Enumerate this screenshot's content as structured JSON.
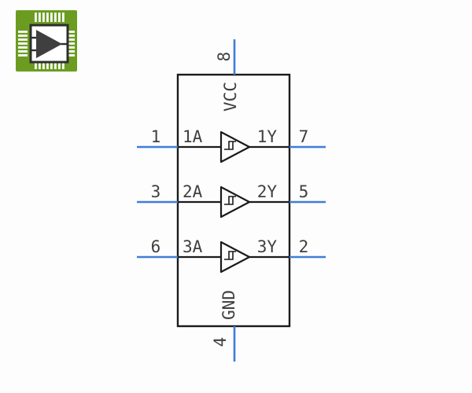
{
  "icon": {
    "name": "logic-buffer-chip-logo",
    "green": "#6b9c21",
    "dark": "#3f3f3f"
  },
  "schematic": {
    "colors": {
      "wire_blue": "#3e7dd8",
      "line_black": "#1b1b1b",
      "text_gray": "#3f3f3f"
    },
    "power_pins": {
      "top": {
        "number": "8",
        "name": "VCC"
      },
      "bottom": {
        "number": "4",
        "name": "GND"
      }
    },
    "gates": [
      {
        "input_pin": "1",
        "input_label": "1A",
        "output_label": "1Y",
        "output_pin": "7"
      },
      {
        "input_pin": "3",
        "input_label": "2A",
        "output_label": "2Y",
        "output_pin": "5"
      },
      {
        "input_pin": "6",
        "input_label": "3A",
        "output_label": "3Y",
        "output_pin": "2"
      }
    ]
  }
}
